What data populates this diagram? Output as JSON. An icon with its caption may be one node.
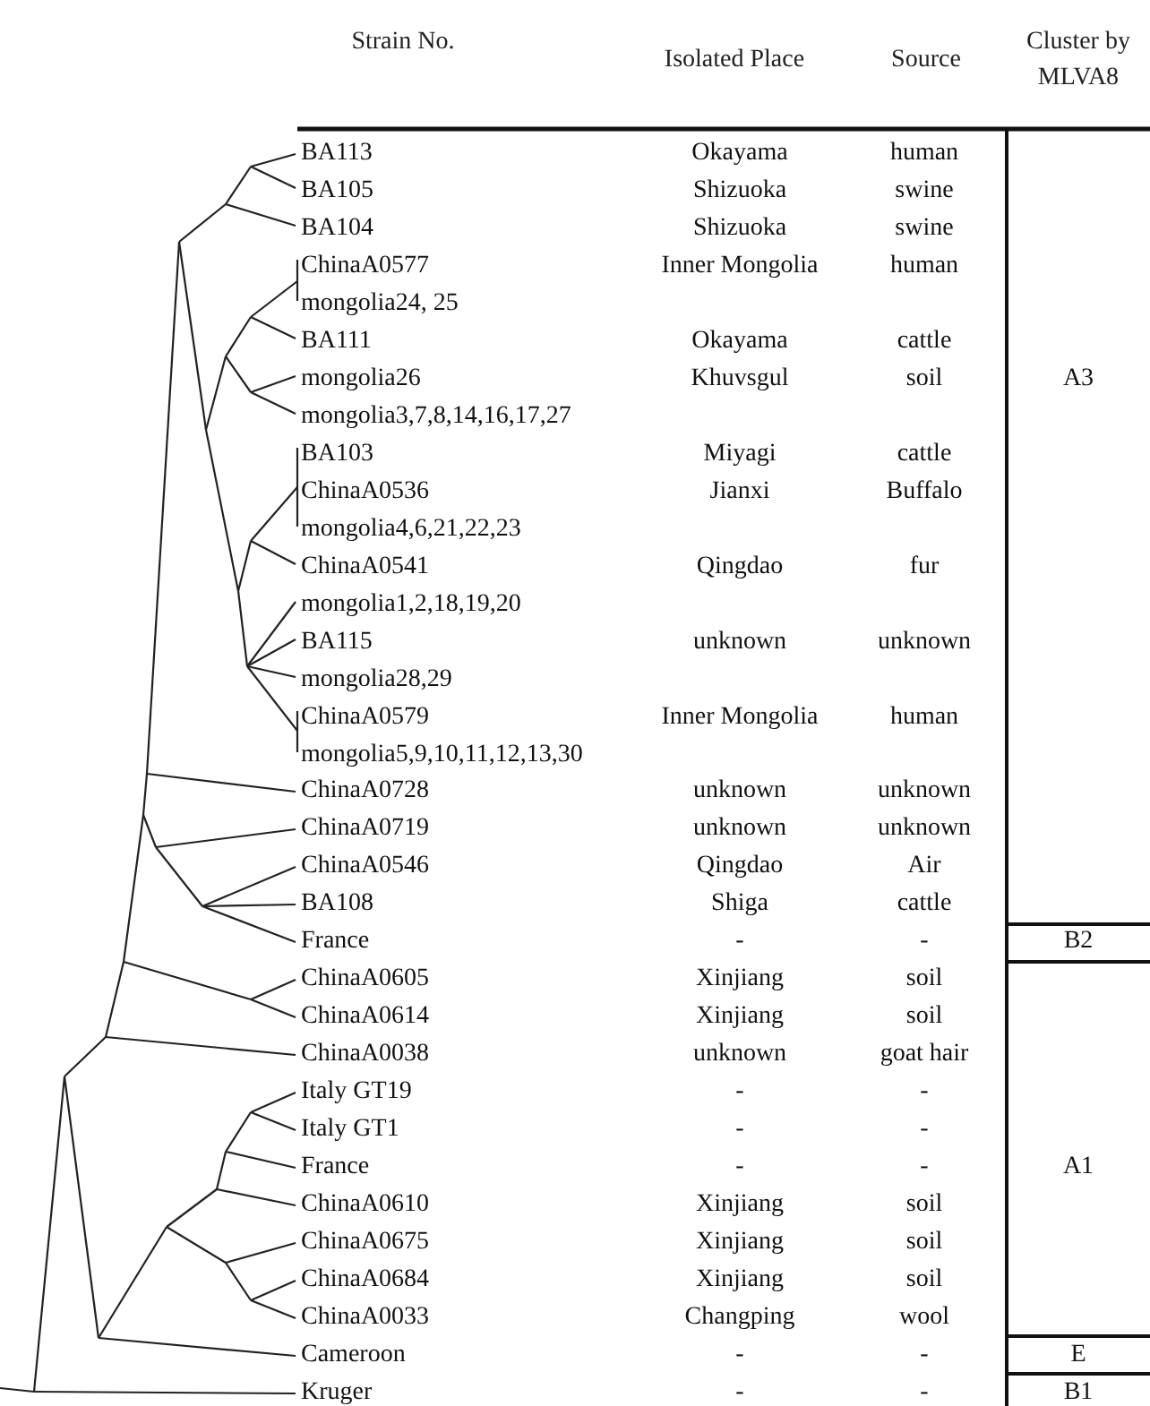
{
  "diagram": {
    "labels": [
      "Strain No.",
      "Isolated Place",
      "Source",
      "Cluster by MLVA8",
      "BA113",
      "Okayama",
      "human",
      "BA105",
      "Shizuoka",
      "swine",
      "BA104",
      "Shizuoka",
      "swine",
      "ChinaA0577",
      "Inner Mongolia",
      "human",
      "mongolia24, 25",
      "BA111",
      "Okayama",
      "cattle",
      "mongolia26",
      "Khuvsgul",
      "soil",
      "A3",
      "mongolia3,7,8,14,16,17,27",
      "BA103",
      "Miyagi",
      "cattle",
      "ChinaA0536",
      "Jianxi",
      "Buffalo",
      "mongolia4,6,21,22,23",
      "ChinaA0541",
      "Qingdao",
      "fur",
      "mongolia1,2,18,19,20",
      "BA115",
      "unknown",
      "unknown",
      "mongolia28,29",
      "ChinaA0579",
      "Inner Mongolia",
      "human",
      "mongolia5,9,10,11,12,13,30",
      "ChinaA0728",
      "unknown",
      "unknown",
      "ChinaA0719",
      "unknown",
      "unknown",
      "ChinaA0546",
      "Qingdao",
      "Air",
      "BA108",
      "Shiga",
      "cattle",
      "France",
      "-",
      "-",
      "B2",
      "ChinaA0605",
      "Xinjiang",
      "soil",
      "ChinaA0614",
      "Xinjiang",
      "soil",
      "ChinaA0038",
      "unknown",
      "goat hair",
      "Italy GT19",
      "-",
      "-",
      "Italy GT1",
      "-",
      "-",
      "France",
      "-",
      "-",
      "A1",
      "ChinaA0610",
      "Xinjiang",
      "soil",
      "ChinaA0675",
      "Xinjiang",
      "soil",
      "ChinaA0684",
      "Xinjiang",
      "soil",
      "ChinaA0033",
      "Changping",
      "wool",
      "Cameroon",
      "-",
      "-",
      "E",
      "Kruger",
      "-",
      "-",
      "B1"
    ]
  }
}
